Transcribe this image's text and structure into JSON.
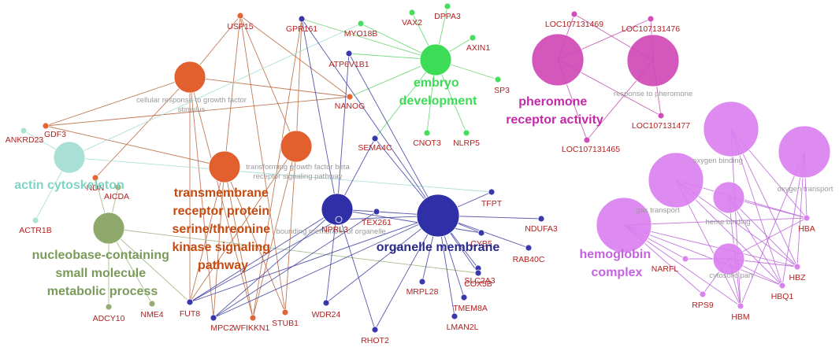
{
  "colors": {
    "growth_factor": "#e2602e",
    "growth_factor_edge": "#b8643a",
    "cytoskeleton": "#a8e0d5",
    "cytoskeleton_edge": "#9fdad0",
    "embryo": "#3ddc57",
    "embryo_edge": "#5cd46a",
    "nucleobase": "#8fa86c",
    "nucleobase_edge": "#9cb27a",
    "organelle": "#2f2fa8",
    "organelle_edge": "#3a3aa0",
    "pheromone": "#cf46b4",
    "pheromone_edge": "#c04aa8",
    "hemoglobin": "#d97ef0",
    "hemoglobin_edge": "#b860d8",
    "gene_label": "#b22222",
    "term_label": "#9a9a9a"
  },
  "clusters": [
    {
      "id": "actin",
      "lines": [
        "actin cytoskeleton"
      ],
      "color": "#7fd4c4"
    },
    {
      "id": "transmembrane",
      "lines": [
        "transmembrane",
        "receptor protein",
        "serine/threonine",
        "kinase signaling",
        "pathway"
      ],
      "color": "#c64a10"
    },
    {
      "id": "nucleobase",
      "lines": [
        "nucleobase-containing",
        "small molecule",
        "metabolic process"
      ],
      "color": "#7a9a5a"
    },
    {
      "id": "embryo",
      "lines": [
        "embryo",
        "development"
      ],
      "color": "#3ddc57"
    },
    {
      "id": "organelle",
      "lines": [
        "organelle membrane"
      ],
      "color": "#2a2a8a"
    },
    {
      "id": "pheromone",
      "lines": [
        "pheromone",
        "receptor activity"
      ],
      "color": "#c42aa8"
    },
    {
      "id": "hemoglobin",
      "lines": [
        "hemoglobin",
        "complex"
      ],
      "color": "#c462e2"
    }
  ],
  "terms": [
    {
      "id": "t_cellular",
      "lines": [
        "cellular response to growth factor",
        "stimulus"
      ]
    },
    {
      "id": "t_tgfb",
      "lines": [
        "transforming growth factor beta",
        "receptor signaling pathway"
      ]
    },
    {
      "id": "t_bounding",
      "lines": [
        "bounding membrane of organelle"
      ]
    },
    {
      "id": "t_pheromone",
      "lines": [
        "response to pheromone"
      ]
    },
    {
      "id": "t_oxy_bind",
      "lines": [
        "oxygen binding"
      ]
    },
    {
      "id": "t_oxy_trans",
      "lines": [
        "oxygen transport"
      ]
    },
    {
      "id": "t_gas",
      "lines": [
        "gas transport"
      ]
    },
    {
      "id": "t_heme",
      "lines": [
        "heme binding"
      ]
    },
    {
      "id": "t_cytosolic",
      "lines": [
        "cytosolic part"
      ]
    }
  ],
  "genes": [
    "USP15",
    "GPR161",
    "MYO18B",
    "VAX2",
    "DPPA3",
    "AXIN1",
    "SP3",
    "ATP6V1B1",
    "NANOG",
    "CNOT3",
    "NLRP5",
    "SEMA4C",
    "GDF3",
    "ANKRD23",
    "NDN",
    "AICDA",
    "ACTR1B",
    "ADCY10",
    "NME4",
    "FUT8",
    "MPC2",
    "WFIKKN1",
    "STUB1",
    "NPRL3",
    "TEX261",
    "TFPT",
    "NDUFA3",
    "CYB5",
    "RAB40C",
    "SLC2A3",
    "COX5B",
    "TMEM8A",
    "LMAN2L",
    "MRPL28",
    "WDR24",
    "RHOT2",
    "LOC107131469",
    "LOC107131476",
    "LOC107131477",
    "LOC107131465",
    "HBA",
    "HBZ",
    "HBQ1",
    "HBM",
    "RPS9",
    "NARFL"
  ]
}
